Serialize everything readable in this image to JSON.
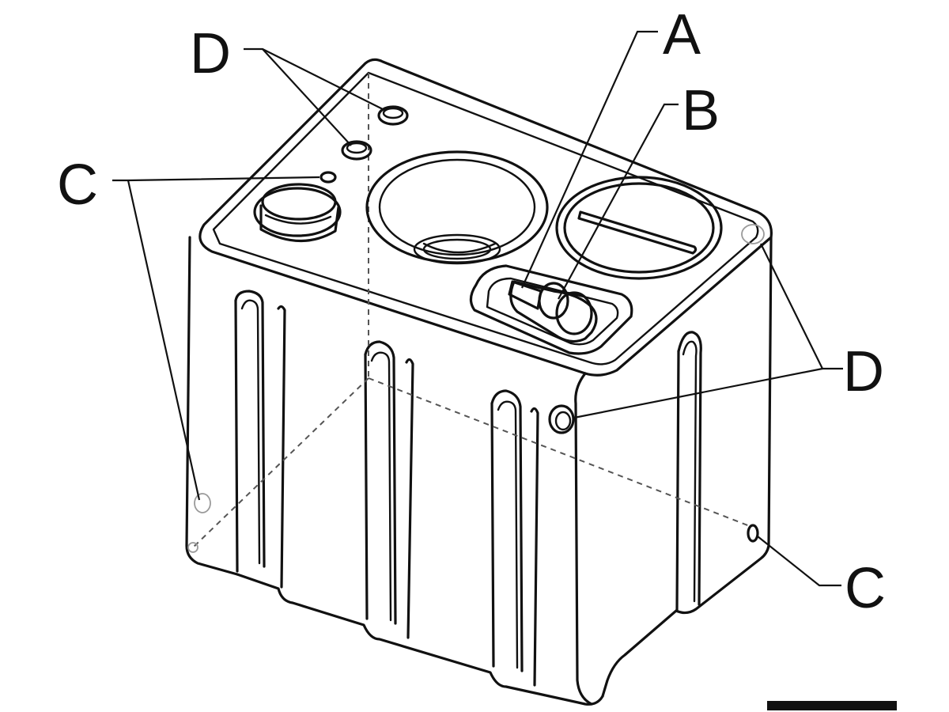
{
  "callouts": {
    "a": "A",
    "b": "B",
    "c_left": "C",
    "c_right": "C",
    "d_top": "D",
    "d_right": "D"
  },
  "colors": {
    "line": "#111111",
    "hidden_edge": "#555555",
    "background": "#ffffff"
  }
}
